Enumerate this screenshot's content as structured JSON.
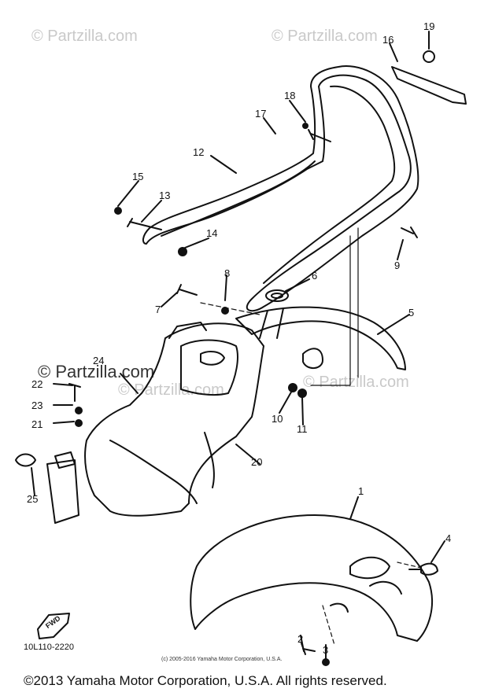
{
  "watermarks": [
    "© Partzilla.com",
    "© Partzilla.com",
    "© Partzilla.com",
    "© Partzilla.com",
    "© Partzilla.com"
  ],
  "callouts": [
    "1",
    "2",
    "3",
    "4",
    "5",
    "6",
    "7",
    "8",
    "9",
    "10",
    "11",
    "12",
    "13",
    "14",
    "15",
    "16",
    "17",
    "18",
    "19",
    "20",
    "21",
    "22",
    "23",
    "24",
    "25"
  ],
  "diagram_code": "10L110-2220",
  "fwd_label": "FWD",
  "small_copyright": "(c) 2005-2016 Yamaha Motor Corporation, U.S.A.",
  "footer_copyright": "©2013 Yamaha Motor Corporation, U.S.A. All rights reserved."
}
